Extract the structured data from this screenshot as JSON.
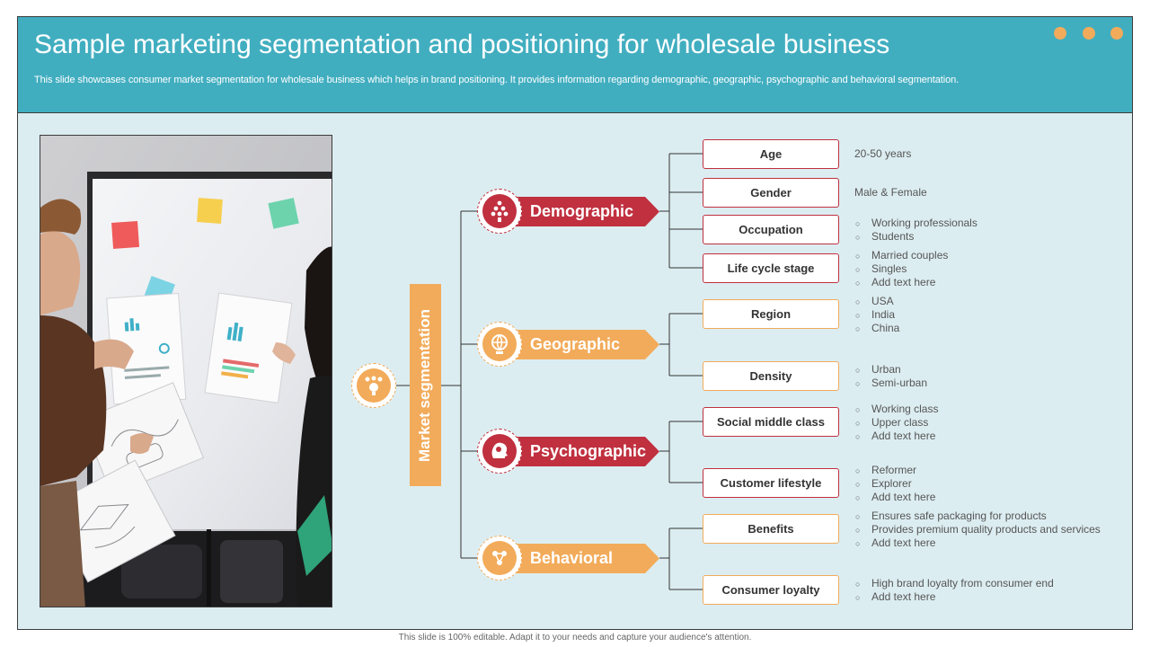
{
  "header": {
    "title": "Sample marketing segmentation and positioning for wholesale business",
    "subtitle": "This slide showcases consumer market segmentation for wholesale business which helps in brand positioning. It provides information regarding demographic, geographic, psychographic and behavioral segmentation."
  },
  "colors": {
    "teal": "#41aec0",
    "orange": "#f2ab5a",
    "red": "#c0303f",
    "background": "#dcedf1"
  },
  "hub": {
    "label": "Market segmentation",
    "icon": "people-globe-icon"
  },
  "segments": [
    {
      "label": "Demographic",
      "icon": "population-pyramid-icon",
      "color": "#c0303f",
      "attributes": [
        {
          "label": "Age",
          "value": "20-50 years"
        },
        {
          "label": "Gender",
          "value": "Male & Female"
        },
        {
          "label": "Occupation",
          "items": [
            "Working professionals",
            "Students"
          ]
        },
        {
          "label": "Life cycle stage",
          "items": [
            "Married couples",
            "Singles",
            "Add text here"
          ]
        }
      ]
    },
    {
      "label": "Geographic",
      "icon": "globe-pin-icon",
      "color": "#f2ab5a",
      "attributes": [
        {
          "label": "Region",
          "items": [
            "USA",
            "India",
            "China"
          ]
        },
        {
          "label": "Density",
          "items": [
            "Urban",
            "Semi-urban"
          ]
        }
      ]
    },
    {
      "label": "Psychographic",
      "icon": "brain-head-icon",
      "color": "#c0303f",
      "attributes": [
        {
          "label": "Social middle class",
          "items": [
            "Working class",
            "Upper class",
            "Add text here"
          ]
        },
        {
          "label": "Customer lifestyle",
          "items": [
            "Reformer",
            "Explorer",
            "Add text here"
          ]
        }
      ]
    },
    {
      "label": "Behavioral",
      "icon": "behavior-network-icon",
      "color": "#f2ab5a",
      "attributes": [
        {
          "label": "Benefits",
          "items": [
            "Ensures safe packaging for products",
            "Provides premium quality products and services",
            "Add text here"
          ]
        },
        {
          "label": "Consumer loyalty",
          "items": [
            "High brand loyalty from consumer end",
            "Add text here"
          ]
        }
      ]
    }
  ],
  "footer": {
    "text": "This slide is 100% editable. Adapt it to your needs and capture your audience's attention."
  }
}
